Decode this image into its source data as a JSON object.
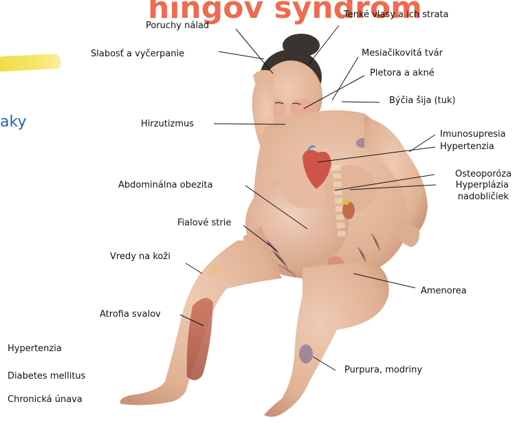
{
  "title_fragment": "hingov syndróm",
  "subtitle_fragment": "aky",
  "labels": {
    "tenke_vlasy": "Tenké vlasy a ich strata",
    "poruchy_nalad": "Poruchy nálad",
    "mesiacikovita_tvar": "Mesiačikovitá tvár",
    "slabost": "Slabosť a vyčerpanie",
    "pletora": "Pletora a akné",
    "bycia_sija": "Býčia šija (tuk)",
    "hirzutizmus": "Hirzutizmus",
    "imunosupresia": "Imunosupresia",
    "hypertenzia_fig": "Hypertenzia",
    "osteoporoza": "Osteoporóza",
    "abdominalna": "Abdominálna obezita",
    "hyperplazia_1": "Hyperplázia",
    "hyperplazia_2": "nadobličiek",
    "fialove_strie": "Fialové strie",
    "vredy": "Vredy na koži",
    "amenorea": "Amenorea",
    "atrofia": "Atrofia svalov",
    "purpura": "Purpura, modriny"
  },
  "list": [
    "Hypertenzia",
    "Diabetes mellitus",
    "Chronická únava"
  ],
  "colors": {
    "title": "#ef6a4f",
    "subtitle": "#1e63b6",
    "highlight": "#f3dc4a",
    "skin": "#e3b89f",
    "skin_shadow": "#c99378",
    "hair": "#3a3330"
  }
}
